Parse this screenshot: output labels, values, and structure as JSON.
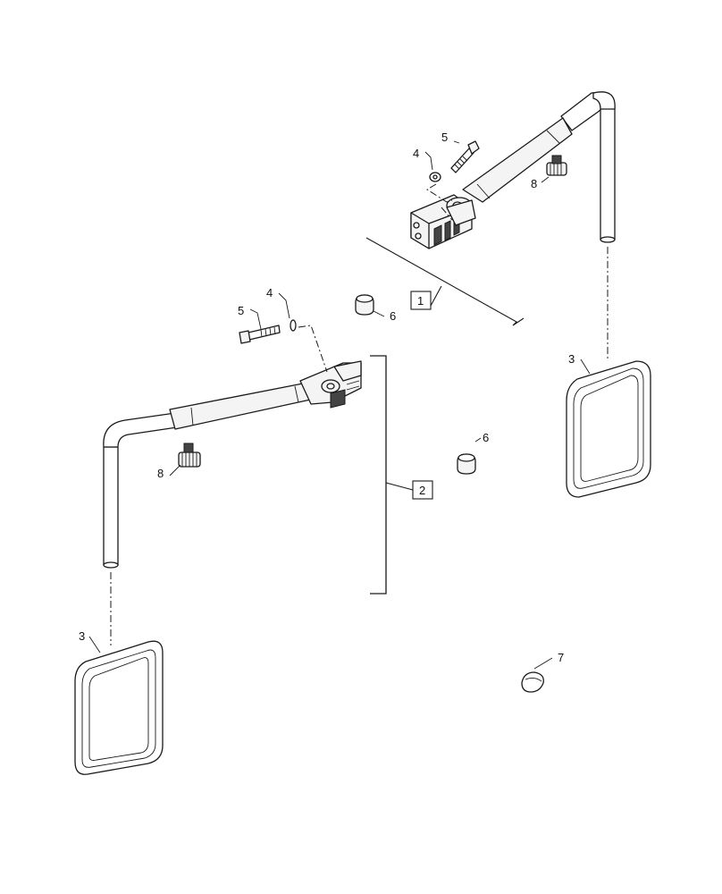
{
  "callouts": {
    "c1": "1",
    "c2": "2",
    "c3a": "3",
    "c3b": "3",
    "c4a": "4",
    "c4b": "4",
    "c5a": "5",
    "c5b": "5",
    "c6a": "6",
    "c6b": "6",
    "c7": "7",
    "c8a": "8",
    "c8b": "8"
  }
}
